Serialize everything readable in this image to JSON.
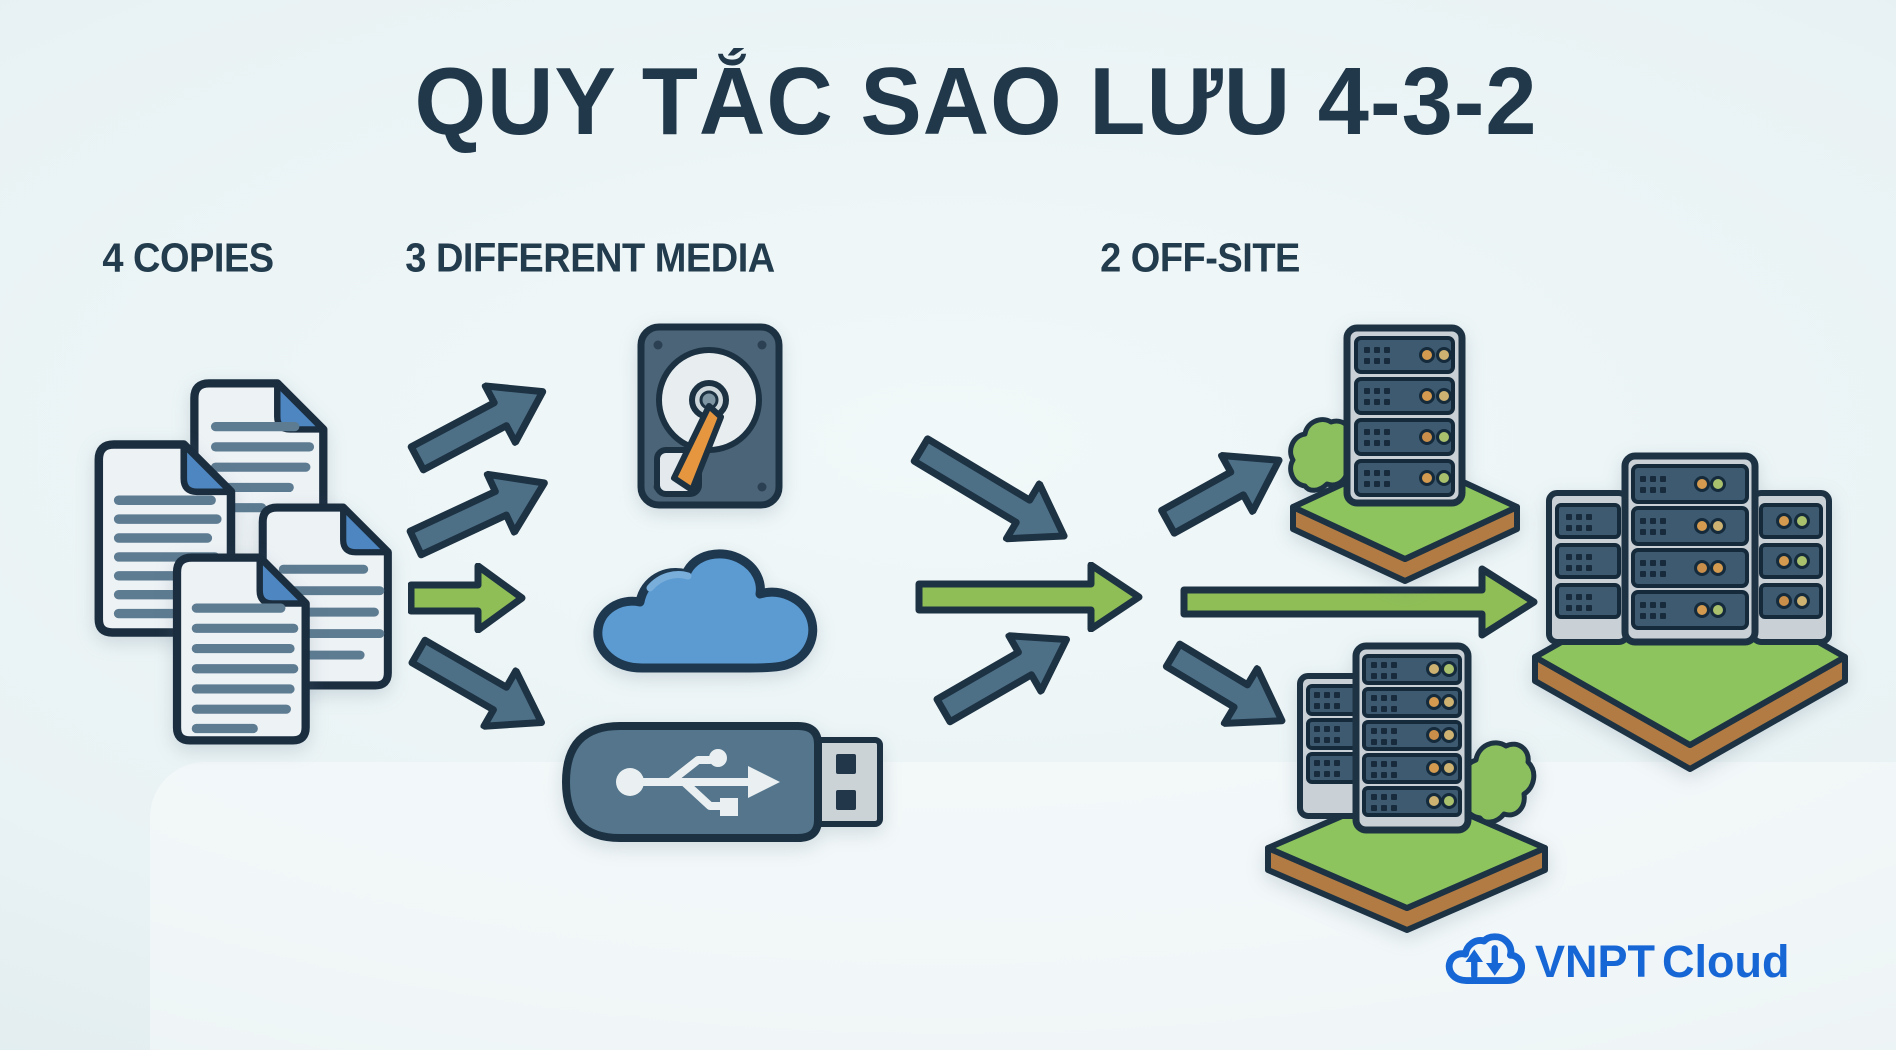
{
  "title": "QUY TẮC SAO LƯU 4-3-2",
  "headers": {
    "copies": "4 COPIES",
    "media": "3 DIFFERENT MEDIA",
    "offsite": "2 OFF-SITE"
  },
  "logo": {
    "brand": "VNPT",
    "product": "Cloud"
  },
  "icons": {
    "left_column": "document-stack-icon (4 file copies)",
    "media_column": [
      "hard-drive-icon",
      "cloud-storage-icon",
      "usb-drive-icon"
    ],
    "offsite_column": [
      "offsite-server-icon",
      "offsite-server-2-icon",
      "datacenter-cluster-icon"
    ],
    "logo_icon": "vnpt-cloud-logo-icon"
  },
  "colors": {
    "background": "#e9f2f4",
    "outline_navy": "#1d3344",
    "title_text": "#20384a",
    "arrow_steel": "#4e7087",
    "arrow_green": "#8fbe57",
    "document_body": "#edf2f5",
    "document_fold_blue": "#4d86c0",
    "document_line": "#5d7b91",
    "cloud_blue": "#5b9bd2",
    "hdd_body": "#4b6477",
    "hdd_arm_orange": "#e6963f",
    "usb_body": "#54758b",
    "rack_frame_gray": "#c9d1d6",
    "server_slate": "#3d5a70",
    "led_amber": "#d49a4f",
    "led_green": "#a9c06d",
    "led_tan": "#cdb271",
    "platform_green": "#8dc45e",
    "platform_soil_brown": "#b17b43",
    "logo_blue": "#1766d6"
  }
}
